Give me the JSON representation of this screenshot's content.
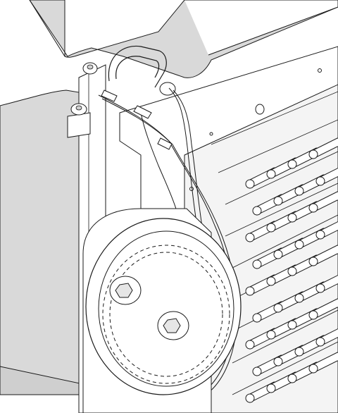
{
  "figure": {
    "style": "technical line drawing (mechanical CAD illustration)",
    "text_labels": []
  },
  "components": {
    "pins_rows": 9,
    "cable_loops": 2,
    "shackles": 1,
    "bolts_on_bracket": 2,
    "bolts_on_wheel": 2
  },
  "colors": {
    "background": "#ffffff",
    "line": "#1a1a1a",
    "panel_fill": "#d9d9d9",
    "metal_fill": "#ffffff",
    "shadow_fill": "#c6c6c6"
  }
}
